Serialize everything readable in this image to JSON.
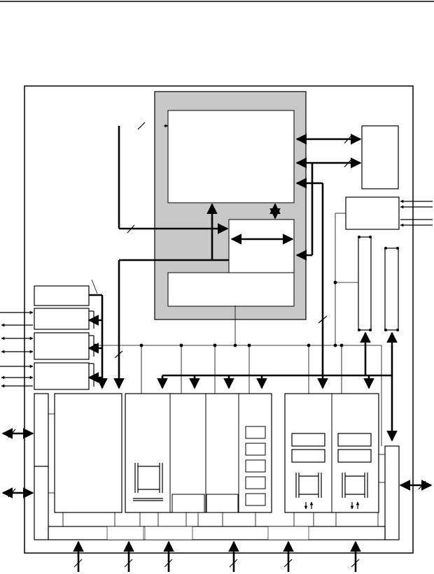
{
  "diagram": {
    "kind": "block-diagram",
    "colors": {
      "line": "#000000",
      "shaded_panel": "#c8c8c8",
      "box_fill": "#ffffff",
      "background": "#ffffff"
    },
    "text_labels": [],
    "blocks": [
      "outer-frame",
      "top-rule",
      "central-shaded-module",
      "central-upper-box",
      "central-middle-box",
      "central-lower-box",
      "right-top-box",
      "right-small-box",
      "right-tall-bar-1",
      "right-tall-bar-2",
      "left-box-1",
      "left-box-2",
      "left-box-3",
      "left-box-4",
      "left-narrow-bar",
      "left-large-box",
      "center-box-1",
      "center-box-2",
      "center-box-3",
      "center-box-4",
      "right-group-box-1",
      "right-group-box-2",
      "right-edge-box",
      "bottom-bus-bar"
    ]
  }
}
